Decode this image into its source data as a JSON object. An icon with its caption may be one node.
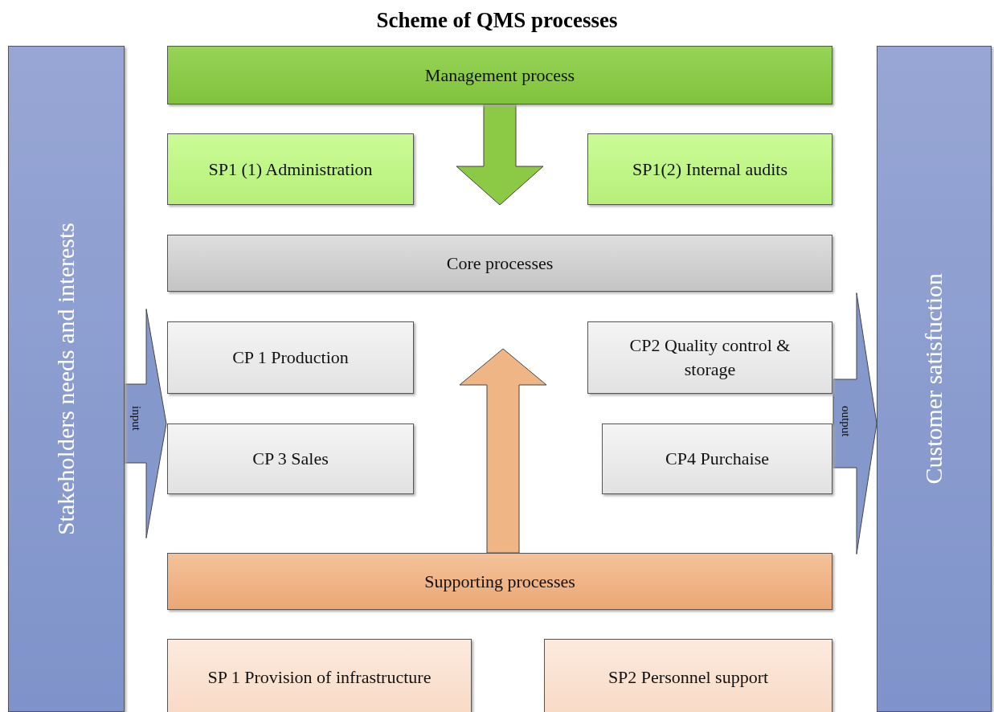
{
  "diagram": {
    "title": "Scheme of QMS processes",
    "nodes": [
      {
        "text": [
          "Stakeholders needs and interests"
        ]
      },
      {
        "text": [
          "Management process"
        ]
      },
      {
        "text": [
          "SP1 (1) Administration"
        ]
      },
      {
        "text": [
          "SP1(2) Internal audits"
        ]
      },
      {
        "text": [
          "Core processes"
        ]
      },
      {
        "text": [
          "CP 1 Production"
        ]
      },
      {
        "text": [
          "CP2 Quality control & storage"
        ]
      },
      {
        "text": [
          "CP 3 Sales"
        ]
      },
      {
        "text": [
          "CP4 Purchaise"
        ]
      },
      {
        "text": [
          "Supporting processes"
        ]
      },
      {
        "text": [
          "SP 1 Provision of infrastructure"
        ]
      },
      {
        "text": [
          "SP2 Personnel support"
        ]
      },
      {
        "text": [
          "Customer satisfuction"
        ]
      }
    ],
    "edges": [
      {
        "from": 1,
        "to": 4,
        "arrow": "to",
        "style": "thick",
        "color": "#8cc944"
      },
      {
        "from": 9,
        "to": 4,
        "arrow": "to",
        "style": "thick",
        "color": "#efb584"
      },
      {
        "from": 0,
        "to": null,
        "arrow": "to",
        "label": "input",
        "style": "thick",
        "color": "#8598cb"
      },
      {
        "from": null,
        "to": 12,
        "arrow": "to",
        "label": "output",
        "style": "thick",
        "color": "#8598cb"
      }
    ]
  }
}
